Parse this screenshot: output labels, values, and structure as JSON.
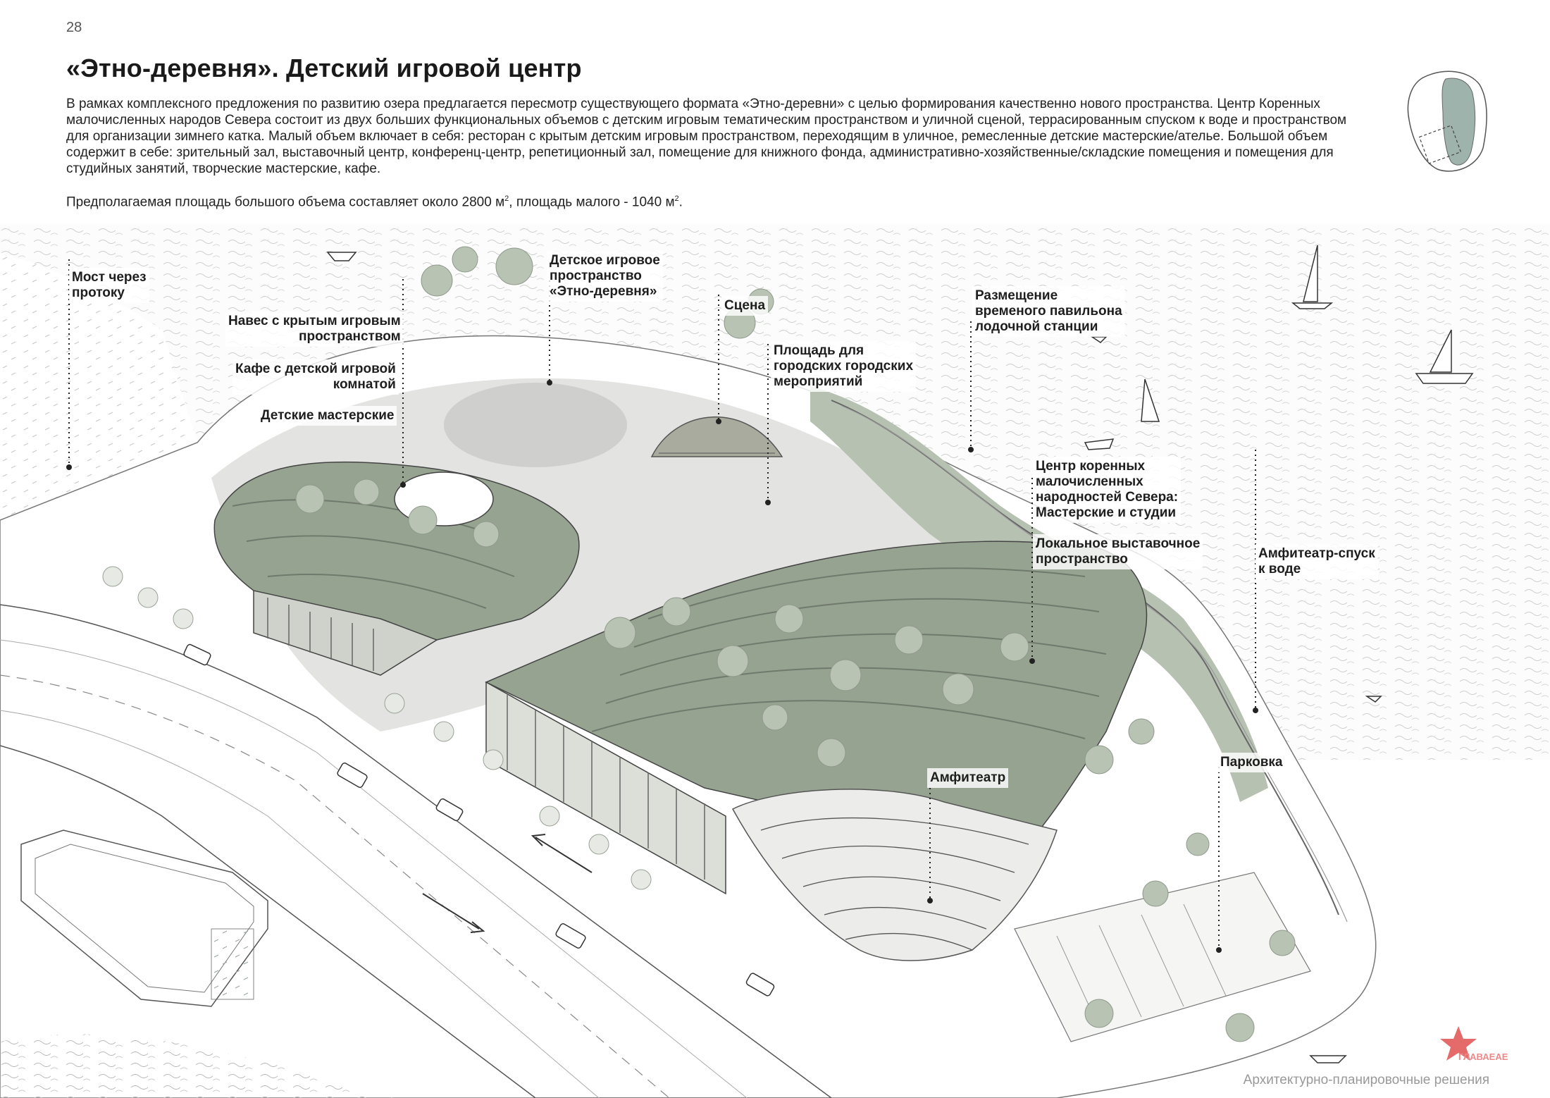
{
  "page_number": "28",
  "title": "«Этно-деревня». Детский игровой центр",
  "intro": {
    "paragraph1": "В рамках комплексного предложения по развитию озера предлагается пересмотр существующего формата «Этно-деревни» с целью формирования качественно нового пространства. Центр Коренных малочисленных народов Севера состоит из двух больших функциональных объемов с детским игровым тематическим пространством и уличной сценой, террасированным спуском к воде и пространством для организации зимнего катка. Малый объем включает в себя: ресторан с крытым детским игровым пространством, переходящим в уличное, ремесленные детские мастерские/ателье. Большой объем содержит в себе: зрительный зал, выставочный центр, конференц-центр, репетиционный зал, помещение для книжного фонда, административно-хозяйственные/складские помещения и помещения для студийных занятий, творческие мастерские, кафе.",
    "area_text": "Предполагаемая площадь большого объема составляет около 2800 м",
    "area_sup1": "2",
    "area_mid": ", площадь малого - 1040 м",
    "area_sup2": "2",
    "area_end": "."
  },
  "labels": {
    "bridge": "Мост через\nпротоку",
    "canopy": "Навес с крытым игровым\nпространством",
    "cafe": "Кафе с детской игровой\nкомнатой",
    "workshops": "Детские мастерские",
    "play_space": "Детское игровое\nпространство\n«Этно-деревня»",
    "stage": "Сцена",
    "square": "Площадь для\nгородских городских\nмероприятий",
    "pavilion": "Размещение\nвременого павильона\nлодочной станции",
    "center": "Центр коренных\nмалочисленных\nнародностей Севера:\nМастерские и студии",
    "exhibition": "Локальное выставочное\nпространство",
    "amphi_descent": "Амфитеатр-спуск\nк воде",
    "parking": "Парковка",
    "amphitheater": "Амфитеатр"
  },
  "footer": "Архитектурно-планировочные решения",
  "watermark": "ГЛАВАЕАЕ",
  "colors": {
    "water": "#f1f2f1",
    "green_dark": "#8e9b89",
    "green_mid": "#a7b3a2",
    "green_light": "#c5cfc0",
    "plaza": "#dcdcd9",
    "road": "#ffffff",
    "line": "#444444",
    "star": "#e05050"
  }
}
